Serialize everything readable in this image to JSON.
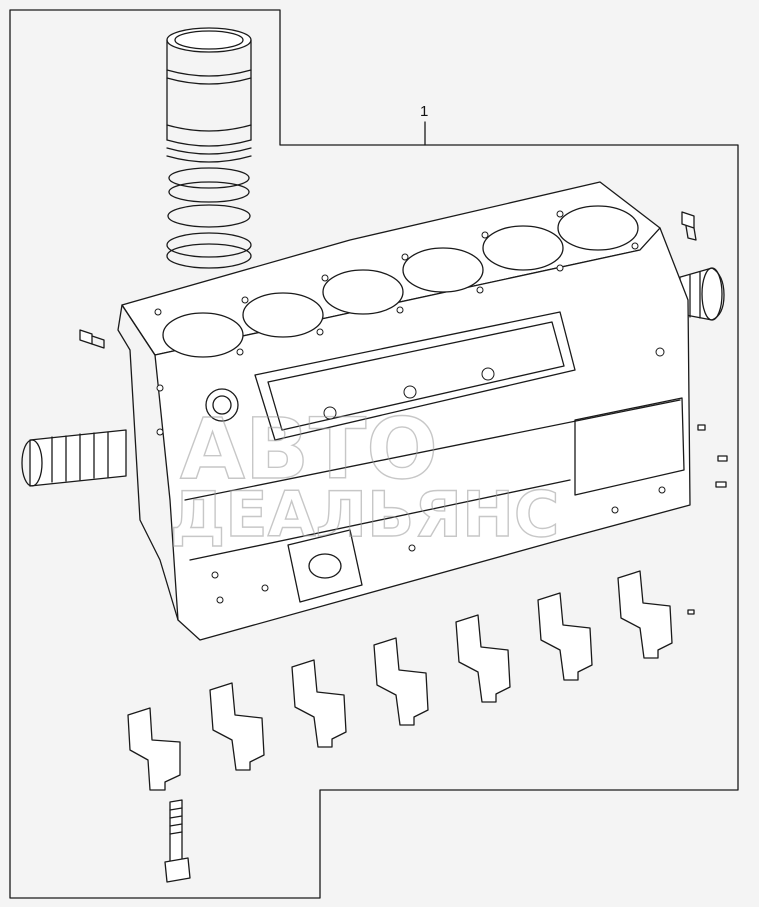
{
  "diagram": {
    "callout_label": "1",
    "watermark_line1": "АВТО",
    "watermark_line2": "ДЕАЛЬЯНС",
    "parts": [
      "cylinder-liner",
      "piston-rings",
      "cylinder-block",
      "plug-bolt",
      "dowel-pins",
      "main-bearing-caps",
      "cap-bolt",
      "camshaft-bushing"
    ],
    "colors": {
      "line": "#1a1a1a",
      "paper": "#f4f4f4",
      "watermark": "#9a9a9a"
    }
  }
}
